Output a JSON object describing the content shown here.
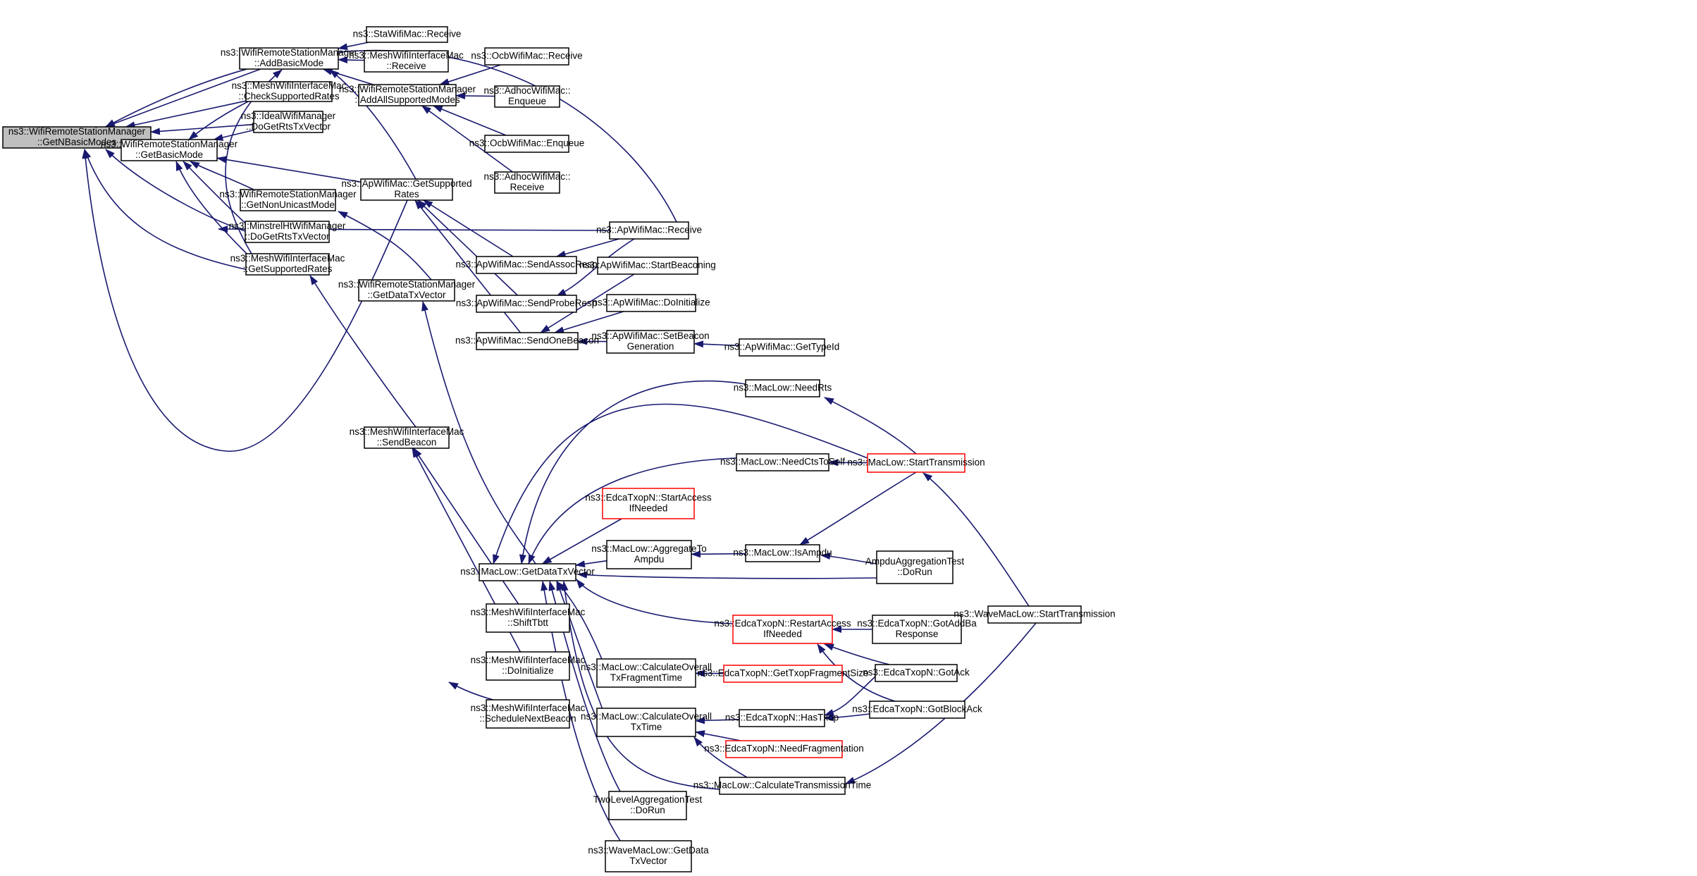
{
  "colors": {
    "edge": "#191970",
    "border": "#000000",
    "highlight_border": "#ff0000",
    "root_fill": "#bfbfbf",
    "background": "#ffffff"
  },
  "nodes": [
    {
      "id": "root",
      "lines": [
        "ns3::WifiRemoteStationManager",
        "::GetNBasicModes"
      ],
      "style": "root"
    },
    {
      "id": "add_basic_mode",
      "lines": [
        "ns3::WifiRemoteStationManager",
        "::AddBasicMode"
      ]
    },
    {
      "id": "get_basic_mode",
      "lines": [
        "ns3::WifiRemoteStationManager",
        "::GetBasicMode"
      ]
    },
    {
      "id": "mesh_check_supported_rates",
      "lines": [
        "ns3::MeshWifiInterfaceMac",
        "::CheckSupportedRates"
      ]
    },
    {
      "id": "ideal_do_get_rts",
      "lines": [
        "ns3::IdealWifiManager",
        "::DoGetRtsTxVector"
      ]
    },
    {
      "id": "get_non_unicast_mode",
      "lines": [
        "ns3::WifiRemoteStationManager",
        "::GetNonUnicastMode"
      ]
    },
    {
      "id": "minstrel_do_get_rts",
      "lines": [
        "ns3::MinstrelHtWifiManager",
        "::DoGetRtsTxVector"
      ]
    },
    {
      "id": "mesh_get_supported_rates",
      "lines": [
        "ns3::MeshWifiInterfaceMac",
        "::GetSupportedRates"
      ]
    },
    {
      "id": "sta_receive",
      "lines": [
        "ns3::StaWifiMac::Receive"
      ]
    },
    {
      "id": "mesh_receive",
      "lines": [
        "ns3::MeshWifiInterfaceMac",
        "::Receive"
      ]
    },
    {
      "id": "add_all_supported_modes",
      "lines": [
        "ns3::WifiRemoteStationManager",
        "::AddAllSupportedModes"
      ]
    },
    {
      "id": "ap_get_supported_rates",
      "lines": [
        "ns3::ApWifiMac::GetSupported",
        "Rates"
      ]
    },
    {
      "id": "get_data_tx_vector_mgr",
      "lines": [
        "ns3::WifiRemoteStationManager",
        "::GetDataTxVector"
      ]
    },
    {
      "id": "mesh_send_beacon",
      "lines": [
        "ns3::MeshWifiInterfaceMac",
        "::SendBeacon"
      ]
    },
    {
      "id": "ocb_receive",
      "lines": [
        "ns3::OcbWifiMac::Receive"
      ]
    },
    {
      "id": "adhoc_enqueue",
      "lines": [
        "ns3::AdhocWifiMac::",
        "Enqueue"
      ]
    },
    {
      "id": "ocb_enqueue",
      "lines": [
        "ns3::OcbWifiMac::Enqueue"
      ]
    },
    {
      "id": "adhoc_receive",
      "lines": [
        "ns3::AdhocWifiMac::",
        "Receive"
      ]
    },
    {
      "id": "ap_receive",
      "lines": [
        "ns3::ApWifiMac::Receive"
      ]
    },
    {
      "id": "ap_send_assoc_resp",
      "lines": [
        "ns3::ApWifiMac::SendAssocResp"
      ]
    },
    {
      "id": "ap_send_probe_resp",
      "lines": [
        "ns3::ApWifiMac::SendProbeResp"
      ]
    },
    {
      "id": "ap_send_one_beacon",
      "lines": [
        "ns3::ApWifiMac::SendOneBeacon"
      ]
    },
    {
      "id": "ap_start_beaconing",
      "lines": [
        "ns3::ApWifiMac::StartBeaconing"
      ]
    },
    {
      "id": "ap_do_initialize",
      "lines": [
        "ns3::ApWifiMac::DoInitialize"
      ]
    },
    {
      "id": "ap_set_beacon_generation",
      "lines": [
        "ns3::ApWifiMac::SetBeacon",
        "Generation"
      ]
    },
    {
      "id": "ap_get_type_id",
      "lines": [
        "ns3::ApWifiMac::GetTypeId"
      ]
    },
    {
      "id": "maclow_get_data_tx_vector",
      "lines": [
        "ns3::MacLow::GetDataTxVector"
      ]
    },
    {
      "id": "maclow_need_rts",
      "lines": [
        "ns3::MacLow::NeedRts"
      ]
    },
    {
      "id": "maclow_need_cts_to_self",
      "lines": [
        "ns3::MacLow::NeedCtsToSelf"
      ]
    },
    {
      "id": "edca_start_access",
      "lines": [
        "ns3::EdcaTxopN::StartAccess",
        "IfNeeded"
      ],
      "style": "red"
    },
    {
      "id": "maclow_aggregate_to_ampdu",
      "lines": [
        "ns3::MacLow::AggregateTo",
        "Ampdu"
      ]
    },
    {
      "id": "maclow_is_ampdu",
      "lines": [
        "ns3::MacLow::IsAmpdu"
      ]
    },
    {
      "id": "maclow_start_transmission",
      "lines": [
        "ns3::MacLow::StartTransmission"
      ],
      "style": "red"
    },
    {
      "id": "ampdu_aggregation_test",
      "lines": [
        "AmpduAggregationTest",
        "::DoRun"
      ]
    },
    {
      "id": "edca_restart_access",
      "lines": [
        "ns3::EdcaTxopN::RestartAccess",
        "IfNeeded"
      ],
      "style": "red"
    },
    {
      "id": "edca_got_add_ba_response",
      "lines": [
        "ns3::EdcaTxopN::GotAddBa",
        "Response"
      ]
    },
    {
      "id": "edca_got_ack",
      "lines": [
        "ns3::EdcaTxopN::GotAck"
      ]
    },
    {
      "id": "edca_got_block_ack",
      "lines": [
        "ns3::EdcaTxopN::GotBlockAck"
      ]
    },
    {
      "id": "maclow_calc_overall_tx_fragment_time",
      "lines": [
        "ns3::MacLow::CalculateOverall",
        "TxFragmentTime"
      ]
    },
    {
      "id": "edca_get_txop_fragment_size",
      "lines": [
        "ns3::EdcaTxopN::GetTxopFragmentSize"
      ],
      "style": "red"
    },
    {
      "id": "maclow_calc_overall_tx_time",
      "lines": [
        "ns3::MacLow::CalculateOverall",
        "TxTime"
      ]
    },
    {
      "id": "edca_has_txop",
      "lines": [
        "ns3::EdcaTxopN::HasTxop"
      ]
    },
    {
      "id": "edca_need_fragmentation",
      "lines": [
        "ns3::EdcaTxopN::NeedFragmentation"
      ],
      "style": "red"
    },
    {
      "id": "maclow_calc_transmission_time",
      "lines": [
        "ns3::MacLow::CalculateTransmissionTime"
      ]
    },
    {
      "id": "wavemaclow_start_transmission",
      "lines": [
        "ns3::WaveMacLow::StartTransmission"
      ]
    },
    {
      "id": "two_level_aggregation_test",
      "lines": [
        "TwoLevelAggregationTest",
        "::DoRun"
      ]
    },
    {
      "id": "wavemaclow_get_data_tx_vector",
      "lines": [
        "ns3::WaveMacLow::GetData",
        "TxVector"
      ]
    },
    {
      "id": "mesh_shift_tbtt",
      "lines": [
        "ns3::MeshWifiInterfaceMac",
        "::ShiftTbtt"
      ]
    },
    {
      "id": "mesh_do_initialize",
      "lines": [
        "ns3::MeshWifiInterfaceMac",
        "::DoInitialize"
      ]
    },
    {
      "id": "mesh_schedule_next_beacon",
      "lines": [
        "ns3::MeshWifiInterfaceMac",
        "::ScheduleNextBeacon"
      ]
    }
  ],
  "edges": [
    [
      "add_basic_mode",
      "root"
    ],
    [
      "get_basic_mode",
      "root"
    ],
    [
      "mesh_check_supported_rates",
      "root"
    ],
    [
      "ideal_do_get_rts",
      "root"
    ],
    [
      "minstrel_do_get_rts",
      "root"
    ],
    [
      "mesh_get_supported_rates",
      "root"
    ],
    [
      "ap_receive",
      "root"
    ],
    [
      "ap_get_supported_rates",
      "root"
    ],
    [
      "sta_receive",
      "add_basic_mode"
    ],
    [
      "mesh_receive",
      "add_basic_mode"
    ],
    [
      "add_all_supported_modes",
      "add_basic_mode"
    ],
    [
      "ap_get_supported_rates",
      "add_basic_mode"
    ],
    [
      "mesh_get_supported_rates",
      "add_basic_mode"
    ],
    [
      "mesh_check_supported_rates",
      "get_basic_mode"
    ],
    [
      "ideal_do_get_rts",
      "get_basic_mode"
    ],
    [
      "get_non_unicast_mode",
      "get_basic_mode"
    ],
    [
      "minstrel_do_get_rts",
      "get_basic_mode"
    ],
    [
      "mesh_get_supported_rates",
      "get_basic_mode"
    ],
    [
      "ap_get_supported_rates",
      "get_basic_mode"
    ],
    [
      "ap_receive",
      "get_basic_mode"
    ],
    [
      "ocb_receive",
      "add_all_supported_modes"
    ],
    [
      "adhoc_enqueue",
      "add_all_supported_modes"
    ],
    [
      "ocb_enqueue",
      "add_all_supported_modes"
    ],
    [
      "adhoc_receive",
      "add_all_supported_modes"
    ],
    [
      "ap_send_assoc_resp",
      "ap_get_supported_rates"
    ],
    [
      "ap_send_probe_resp",
      "ap_get_supported_rates"
    ],
    [
      "ap_send_one_beacon",
      "ap_get_supported_rates"
    ],
    [
      "ap_receive",
      "ap_send_assoc_resp"
    ],
    [
      "ap_receive",
      "ap_send_probe_resp"
    ],
    [
      "ap_start_beaconing",
      "ap_send_one_beacon"
    ],
    [
      "ap_do_initialize",
      "ap_send_one_beacon"
    ],
    [
      "ap_set_beacon_generation",
      "ap_send_one_beacon"
    ],
    [
      "ap_get_type_id",
      "ap_set_beacon_generation"
    ],
    [
      "get_data_tx_vector_mgr",
      "get_non_unicast_mode"
    ],
    [
      "maclow_get_data_tx_vector",
      "get_data_tx_vector_mgr"
    ],
    [
      "mesh_send_beacon",
      "mesh_get_supported_rates"
    ],
    [
      "mesh_shift_tbtt",
      "mesh_send_beacon"
    ],
    [
      "mesh_do_initialize",
      "mesh_send_beacon"
    ],
    [
      "mesh_schedule_next_beacon",
      "mesh_send_beacon"
    ],
    [
      "maclow_need_rts",
      "maclow_get_data_tx_vector"
    ],
    [
      "maclow_start_transmission",
      "maclow_get_data_tx_vector"
    ],
    [
      "maclow_need_cts_to_self",
      "maclow_get_data_tx_vector"
    ],
    [
      "edca_start_access",
      "maclow_get_data_tx_vector"
    ],
    [
      "maclow_aggregate_to_ampdu",
      "maclow_get_data_tx_vector"
    ],
    [
      "ampdu_aggregation_test",
      "maclow_get_data_tx_vector"
    ],
    [
      "edca_restart_access",
      "maclow_get_data_tx_vector"
    ],
    [
      "maclow_calc_overall_tx_fragment_time",
      "maclow_get_data_tx_vector"
    ],
    [
      "maclow_calc_overall_tx_time",
      "maclow_get_data_tx_vector"
    ],
    [
      "maclow_calc_transmission_time",
      "maclow_get_data_tx_vector"
    ],
    [
      "two_level_aggregation_test",
      "maclow_get_data_tx_vector"
    ],
    [
      "wavemaclow_get_data_tx_vector",
      "maclow_get_data_tx_vector"
    ],
    [
      "maclow_start_transmission",
      "maclow_need_rts"
    ],
    [
      "maclow_start_transmission",
      "maclow_need_cts_to_self"
    ],
    [
      "maclow_is_ampdu",
      "maclow_aggregate_to_ampdu"
    ],
    [
      "maclow_start_transmission",
      "maclow_is_ampdu"
    ],
    [
      "ampdu_aggregation_test",
      "maclow_is_ampdu"
    ],
    [
      "wavemaclow_start_transmission",
      "maclow_start_transmission"
    ],
    [
      "edca_got_add_ba_response",
      "edca_restart_access"
    ],
    [
      "edca_got_ack",
      "edca_restart_access"
    ],
    [
      "edca_got_block_ack",
      "edca_restart_access"
    ],
    [
      "edca_get_txop_fragment_size",
      "maclow_calc_overall_tx_fragment_time"
    ],
    [
      "edca_has_txop",
      "maclow_calc_overall_tx_time"
    ],
    [
      "edca_need_fragmentation",
      "maclow_calc_overall_tx_time"
    ],
    [
      "maclow_calc_transmission_time",
      "maclow_calc_overall_tx_time"
    ],
    [
      "edca_got_ack",
      "edca_has_txop"
    ],
    [
      "edca_got_block_ack",
      "edca_has_txop"
    ],
    [
      "wavemaclow_start_transmission",
      "maclow_calc_transmission_time"
    ]
  ]
}
